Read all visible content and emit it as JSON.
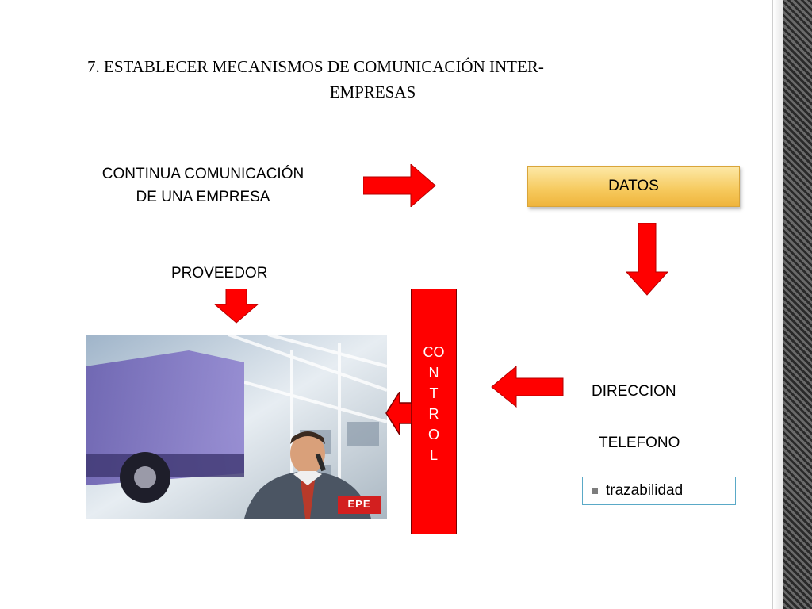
{
  "slide": {
    "title_line1": "7. ESTABLECER MECANISMOS DE COMUNICACIÓN INTER-",
    "title_line2": "EMPRESAS"
  },
  "nodes": {
    "source_line1": "CONTINUA COMUNICACIÓN",
    "source_line2": "DE UNA EMPRESA",
    "datos": "DATOS",
    "proveedor": "PROVEEDOR",
    "control_letters": [
      "CO",
      "N",
      "T",
      "R",
      "O",
      "L"
    ],
    "direccion": "DIRECCION",
    "telefono": "TELEFONO",
    "trazabilidad": "trazabilidad"
  },
  "photo": {
    "logo_text": "EPE"
  },
  "colors": {
    "arrow_red": "#ff0000",
    "control_red": "#ff0000",
    "datos_gold": "#f6c95c",
    "traz_border": "#5aa9c7"
  }
}
